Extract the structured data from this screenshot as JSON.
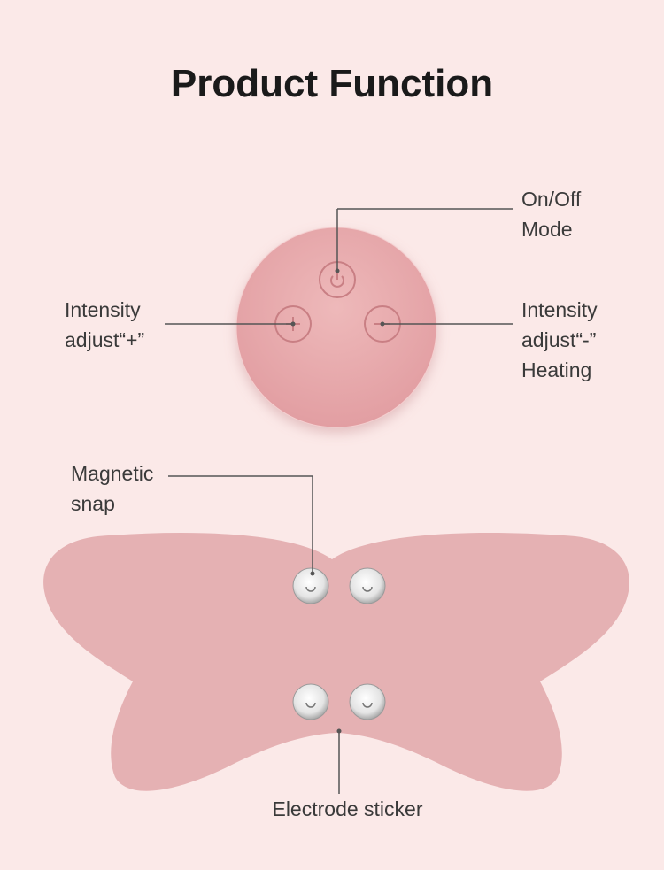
{
  "title": "Product Function",
  "labels": {
    "power": [
      "On/Off",
      "Mode"
    ],
    "plus": [
      "Intensity",
      "adjust“+”"
    ],
    "minus": [
      "Intensity",
      "adjust“-”",
      "Heating"
    ],
    "magnet": [
      "Magnetic",
      "snap"
    ],
    "sticker": "Electrode sticker"
  },
  "icons": [
    "power-icon",
    "plus-icon",
    "minus-icon"
  ],
  "colors": {
    "background": "#fbe9e8",
    "device": "#e9aeb0",
    "sticker": "#e5b1b3",
    "line": "#555555"
  }
}
